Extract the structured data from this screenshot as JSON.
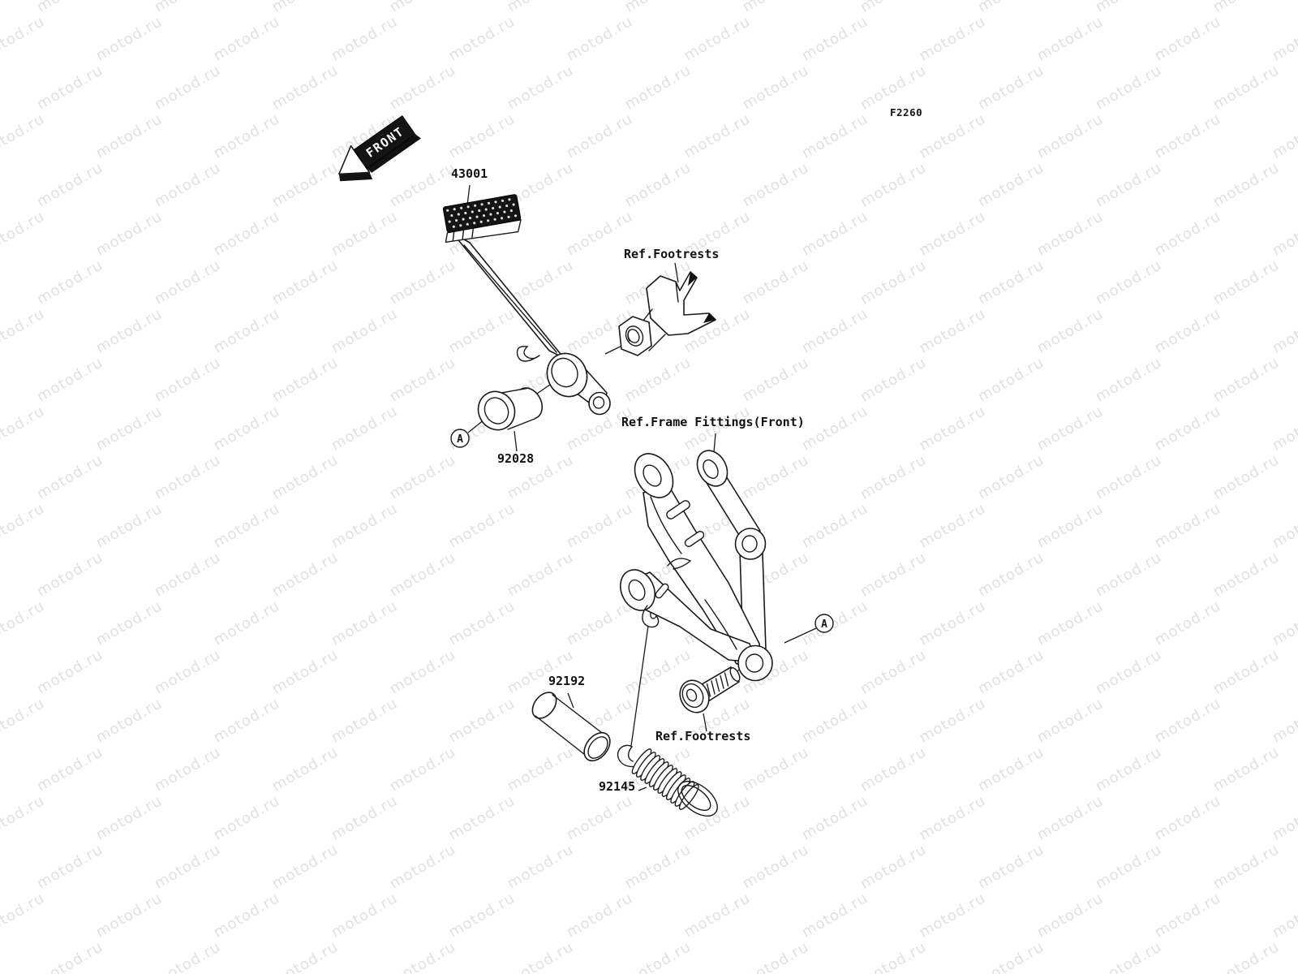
{
  "watermark": {
    "text": "motod.ru",
    "color": "#e1e1e1"
  },
  "figure": {
    "code": "F2260"
  },
  "orientation_marker": {
    "label": "FRONT"
  },
  "detail_markers": [
    {
      "label": "A"
    },
    {
      "label": "A"
    }
  ],
  "part_labels": [
    {
      "id": "brake-pedal",
      "number": "43001"
    },
    {
      "id": "bushing",
      "number": "92028"
    },
    {
      "id": "sleeve",
      "number": "92192"
    },
    {
      "id": "spring",
      "number": "92145"
    }
  ],
  "reference_labels": [
    {
      "id": "footrests-top",
      "text": "Ref.Footrests"
    },
    {
      "id": "frame-fittings",
      "text": "Ref.Frame Fittings(Front)"
    },
    {
      "id": "footrests-bottom",
      "text": "Ref.Footrests"
    }
  ],
  "colors": {
    "line": "#1a1a1a",
    "background": "#ffffff"
  }
}
